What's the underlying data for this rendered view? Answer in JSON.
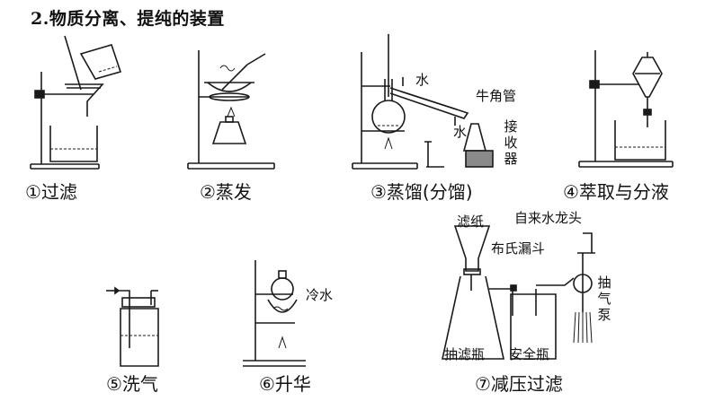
{
  "title": "2.物质分离、提纯的装置",
  "captions": {
    "filtration": "①过滤",
    "evaporation": "②蒸发",
    "distillation": "③蒸馏(分馏)",
    "extraction": "④萃取与分液",
    "gas_washing": "⑤洗气",
    "sublimation": "⑥升华",
    "vacuum_filtration": "⑦减压过滤"
  },
  "labels": {
    "water_in": "水",
    "water_out": "水",
    "adapter": "牛角管",
    "receiver": "接收器",
    "cold_water": "冷水",
    "filter_paper": "滤纸",
    "buchner_funnel": "布氏漏斗",
    "tap": "自来水龙头",
    "aspirator": "抽气泵",
    "suction_flask": "抽滤瓶",
    "safety_bottle": "安全瓶"
  }
}
